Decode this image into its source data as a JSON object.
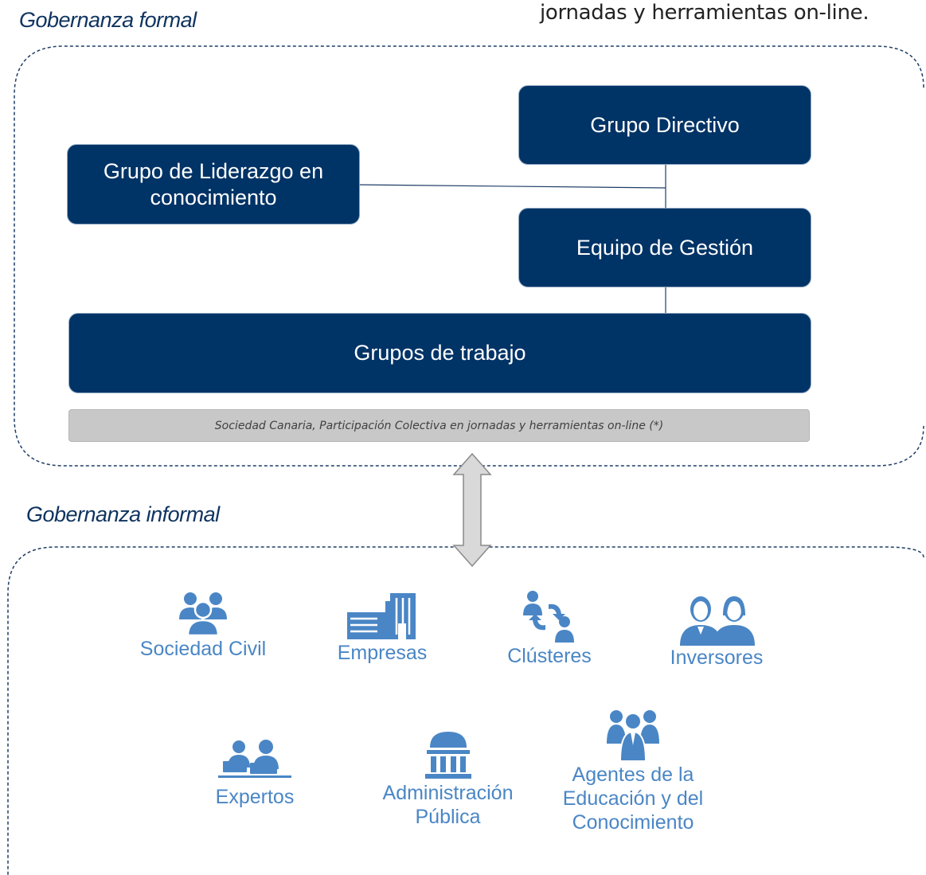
{
  "top_right_text": "jornadas y herramientas on-line.",
  "formal": {
    "title": "Gobernanza formal",
    "grupo_directivo": "Grupo Directivo",
    "grupo_liderazgo": "Grupo de Liderazgo en\nconocimiento",
    "equipo_gestion": "Equipo de Gestión",
    "grupos_trabajo": "Grupos de trabajo",
    "participation_bar": "Sociedad Canaria, Participación Colectiva en jornadas y herramientas on-line (*)"
  },
  "informal": {
    "title": "Gobernanza informal",
    "stakeholders": [
      {
        "label": "Sociedad Civil",
        "icon": "people-group-icon"
      },
      {
        "label": "Empresas",
        "icon": "buildings-icon"
      },
      {
        "label": "Clústeres",
        "icon": "cluster-exchange-icon"
      },
      {
        "label": "Inversores",
        "icon": "investors-icon"
      },
      {
        "label": "Expertos",
        "icon": "experts-laptop-icon"
      },
      {
        "label": "Administración\nPública",
        "icon": "government-building-icon"
      },
      {
        "label": "Agentes de la\nEducación y del\nConocimiento",
        "icon": "agents-group-icon"
      }
    ]
  },
  "colors": {
    "dark_box": "#003366",
    "title_blue": "#0f3460",
    "icon_blue": "#4a86c5",
    "border_dash": "#1f3d66",
    "gray_bar": "#c8c8c8",
    "arrow_fill": "#d9d9d9"
  }
}
